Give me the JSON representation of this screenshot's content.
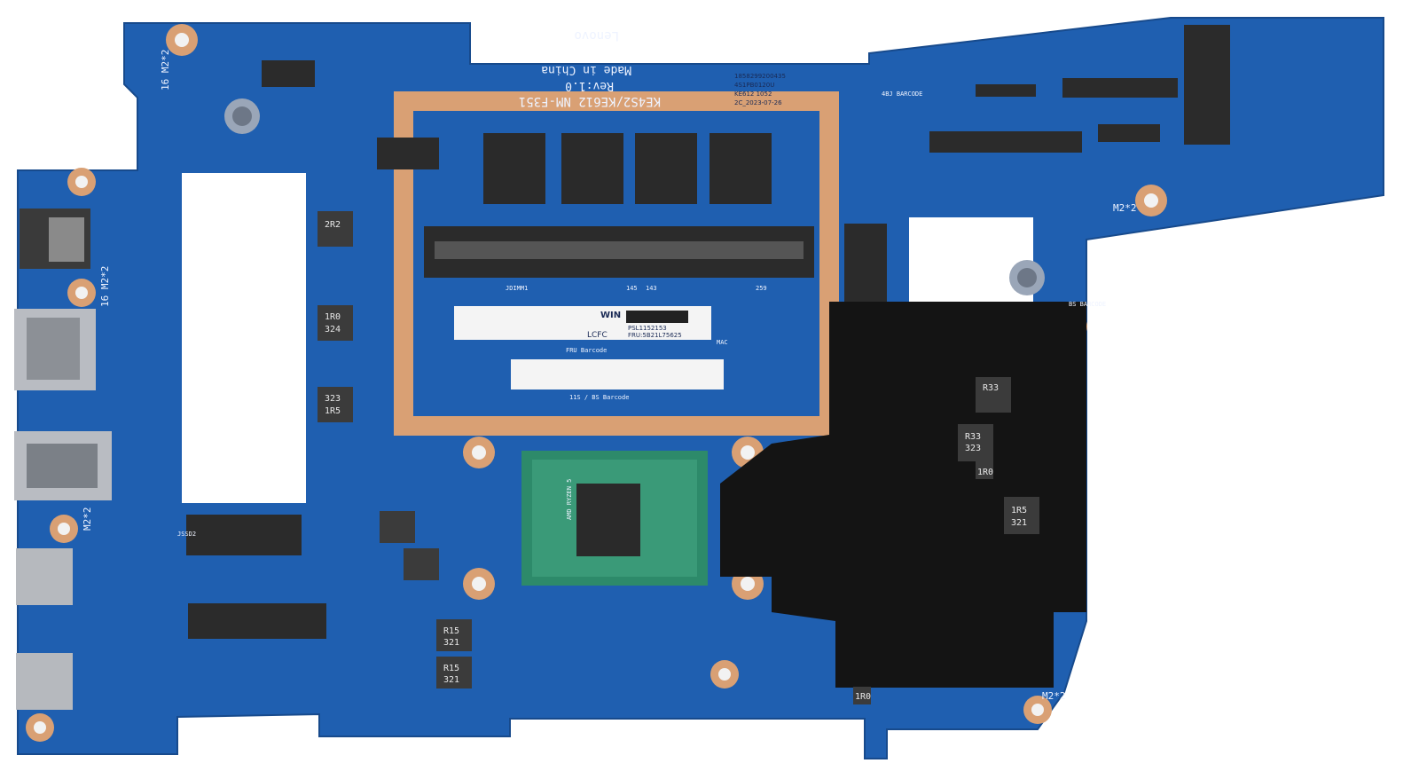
{
  "photo": {
    "subject": "laptop motherboard top view",
    "colors": {
      "pcb": "#1f5fb0",
      "pcb_dark": "#184c92",
      "copper": "#d9a074",
      "chip": "#2a2a2a",
      "shield": "#141414",
      "label": "#f4f4f4",
      "silkscreen": "#eef3ff"
    }
  },
  "silkscreen": {
    "brand": "Lenovo",
    "origin": "Made in China",
    "revision": "Rev:1.0",
    "model": "KE4S2/KE612 NM-F351",
    "asset_code": "4S1PB0120U",
    "board_code": "KE612  1052",
    "date_code": "2C_2023-07-26",
    "serial": "1858299200435",
    "mount_left_1": "16 M2*2",
    "mount_left_2": "16 M2*2",
    "mount_left_3": "M2*2",
    "mount_right_1": "M2*2",
    "mount_right_2": "M2*2",
    "barcode_left": "4BJ BARCODE",
    "barcode_right": "BS BARCODE",
    "dimm_label": "JDIMM1",
    "pin_145": "145",
    "pin_143": "143",
    "pin_259": "259",
    "ssd_label": "JSSD2",
    "mb_barcode": "11S / BS Barcode",
    "fru_barcode": "FRU Barcode",
    "mac_label": "MAC"
  },
  "stickers": {
    "win": "WIN",
    "psl": "PSL1152153",
    "lcfc": "LCFC",
    "fru": "FRU:5B21L75625"
  },
  "inductors": {
    "i1": "2R2",
    "i2": "1R0",
    "i3": "324",
    "i4": "323",
    "i5": "1R5",
    "i6": "R33",
    "i7": "R15",
    "i8": "321",
    "i9": "R15",
    "i10": "321",
    "i11": "1R5",
    "i12": "321",
    "i13": "323",
    "i14": "R33",
    "i15": "1R0",
    "i16": "1R0"
  },
  "apu": {
    "brand": "AMD RYZEN 5"
  }
}
